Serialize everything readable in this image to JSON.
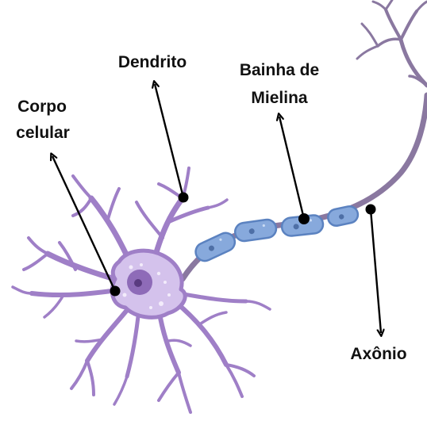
{
  "labels": {
    "dendrito": "Dendrito",
    "corpo_line1": "Corpo",
    "corpo_line2": "celular",
    "bainha_line1": "Bainha de",
    "bainha_line2": "Mielina",
    "axonio": "Axônio"
  },
  "colors": {
    "dendrite": "#9f7fc7",
    "soma": "#d4c2ec",
    "nucleus_outer": "#8e6bb8",
    "nucleus_inner": "#5a3b80",
    "axon": "#8a78a0",
    "myelin_fill": "#87a9dc",
    "myelin_stroke": "#5b82c0",
    "myelin_node": "#4e6fa6",
    "pointer": "#000000"
  }
}
